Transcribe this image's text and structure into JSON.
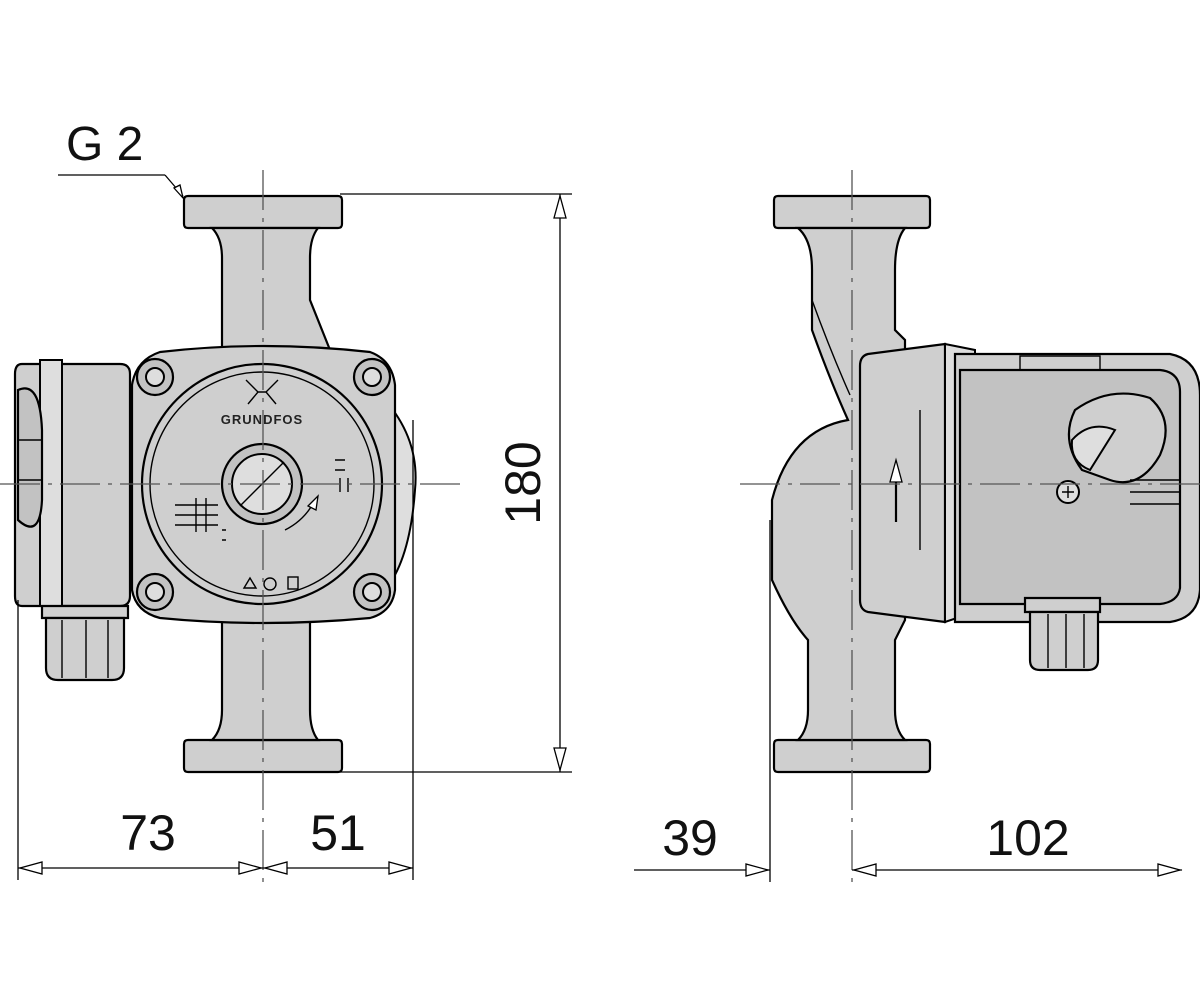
{
  "drawing": {
    "thread_label": "G 2",
    "brand": "GRUNDFOS",
    "dimensions": {
      "height": "180",
      "left_width": "73",
      "right_width": "51",
      "side_left": "39",
      "side_right": "102"
    }
  }
}
